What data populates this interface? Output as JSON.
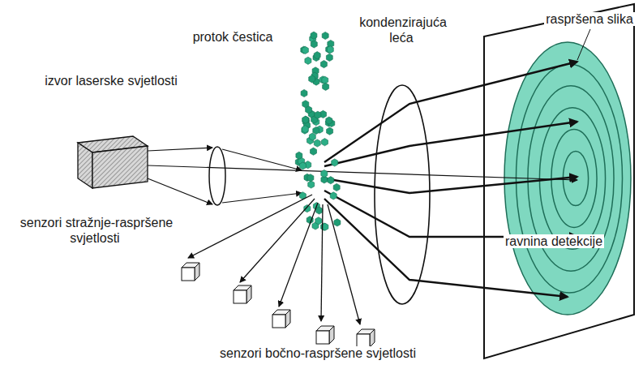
{
  "diagram": {
    "labels": [
      "protok čestica",
      "kondenzirajuća leća",
      "raspršena slika",
      "izvor laserske svjetlosti",
      "senzori stražnje-raspršene svjetlosti",
      "ravnina detekcije",
      "senzori bočno-raspršene svjetlosti"
    ]
  }
}
